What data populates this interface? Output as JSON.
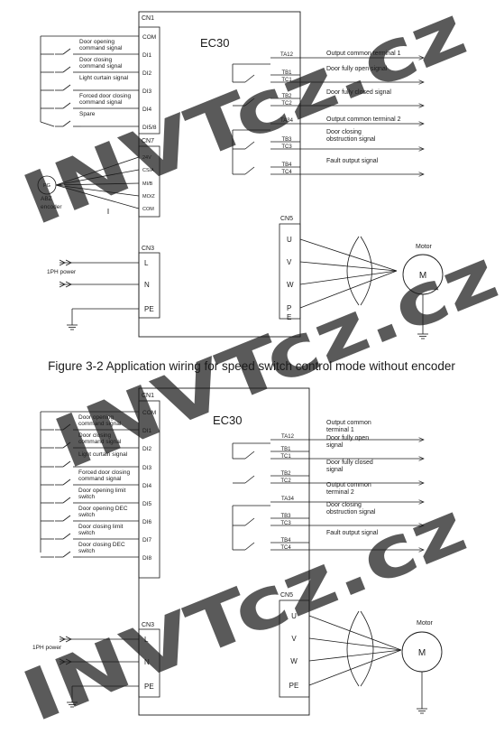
{
  "diagram_top": {
    "model": "EC30",
    "cn1_label": "CN1",
    "cn7_label": "CN7",
    "cn3_label": "CN3",
    "cn5_label": "CN5",
    "inputs": [
      {
        "terminal": "COM",
        "desc": []
      },
      {
        "terminal": "DI1",
        "desc": [
          "Door opening",
          "command signal"
        ]
      },
      {
        "terminal": "DI2",
        "desc": [
          "Door closing",
          "command signal"
        ]
      },
      {
        "terminal": "DI3",
        "desc": [
          "Light curtain signal"
        ]
      },
      {
        "terminal": "DI4",
        "desc": [
          "Forced door closing",
          "command signal"
        ]
      },
      {
        "terminal": "DI5/8",
        "desc": [
          "Spare"
        ]
      }
    ],
    "encoder_terminals": [
      "24V",
      "CS/A",
      "MI/B",
      "MO/Z",
      "COM"
    ],
    "encoder_label": "PG",
    "encoder_caption": [
      "ABZ",
      "encoder"
    ],
    "power_terminals": [
      "L",
      "N",
      "PE"
    ],
    "power_label": "1PH power",
    "motor_terminals": [
      "U",
      "V",
      "W",
      "P\nE"
    ],
    "motor_label": "Motor",
    "motor_symbol": "M",
    "outputs": [
      {
        "group": "TA12",
        "desc": [
          "Output common terminal 1"
        ]
      },
      {
        "pair": [
          "TB1",
          "TC1"
        ],
        "desc": [
          "Door fully open signal"
        ]
      },
      {
        "pair": [
          "TB2",
          "TC2"
        ],
        "desc": [
          "Door fully closed signal"
        ]
      },
      {
        "group": "TA34",
        "desc": [
          "Output common terminal 2"
        ]
      },
      {
        "pair": [
          "TB3",
          "TC3"
        ],
        "desc": [
          "Door closing",
          "obstruction signal"
        ]
      },
      {
        "pair": [
          "TB4",
          "TC4"
        ],
        "desc": [
          "Fault output signal"
        ]
      }
    ]
  },
  "caption": "Figure 3-2 Application wiring for speed switch control mode without encoder",
  "diagram_bottom": {
    "model": "EC30",
    "cn1_label": "CN1",
    "cn3_label": "CN3",
    "cn5_label": "CN5",
    "inputs": [
      {
        "terminal": "COM",
        "desc": []
      },
      {
        "terminal": "DI1",
        "desc": [
          "Door opening",
          "command signal"
        ]
      },
      {
        "terminal": "DI2",
        "desc": [
          "Door closing",
          "command signal"
        ]
      },
      {
        "terminal": "DI3",
        "desc": [
          "Light curtain signal"
        ]
      },
      {
        "terminal": "DI4",
        "desc": [
          "Forced door closing",
          "command signal"
        ]
      },
      {
        "terminal": "DI5",
        "desc": [
          "Door opening limit",
          "switch"
        ]
      },
      {
        "terminal": "DI6",
        "desc": [
          "Door opening DEC",
          "switch"
        ]
      },
      {
        "terminal": "DI7",
        "desc": [
          "Door closing limit",
          "switch"
        ]
      },
      {
        "terminal": "DI8",
        "desc": [
          "Door closing DEC",
          "switch"
        ]
      }
    ],
    "power_terminals": [
      "L",
      "N",
      "PE"
    ],
    "power_label": "1PH power",
    "motor_terminals": [
      "U",
      "V",
      "W",
      "PE"
    ],
    "motor_label": "Motor",
    "motor_symbol": "M",
    "outputs": [
      {
        "group": "TA12",
        "desc": [
          "Output common",
          "terminal 1"
        ]
      },
      {
        "pair": [
          "TB1",
          "TC1"
        ],
        "desc": [
          "Door fully open",
          "signal"
        ]
      },
      {
        "pair": [
          "TB2",
          "TC2"
        ],
        "desc": [
          "Door fully closed",
          "signal"
        ]
      },
      {
        "group": "TA34",
        "desc": [
          "Output common",
          "terminal 2"
        ]
      },
      {
        "pair": [
          "TB3",
          "TC3"
        ],
        "desc": [
          "Door closing",
          "obstruction signal"
        ]
      },
      {
        "pair": [
          "TB4",
          "TC4"
        ],
        "desc": [
          "Fault output signal"
        ]
      }
    ]
  },
  "watermark": "INVTcz.cz",
  "colors": {
    "line": "#1a1a1a",
    "watermark": "#8a8a8a",
    "caption": "#222222"
  }
}
